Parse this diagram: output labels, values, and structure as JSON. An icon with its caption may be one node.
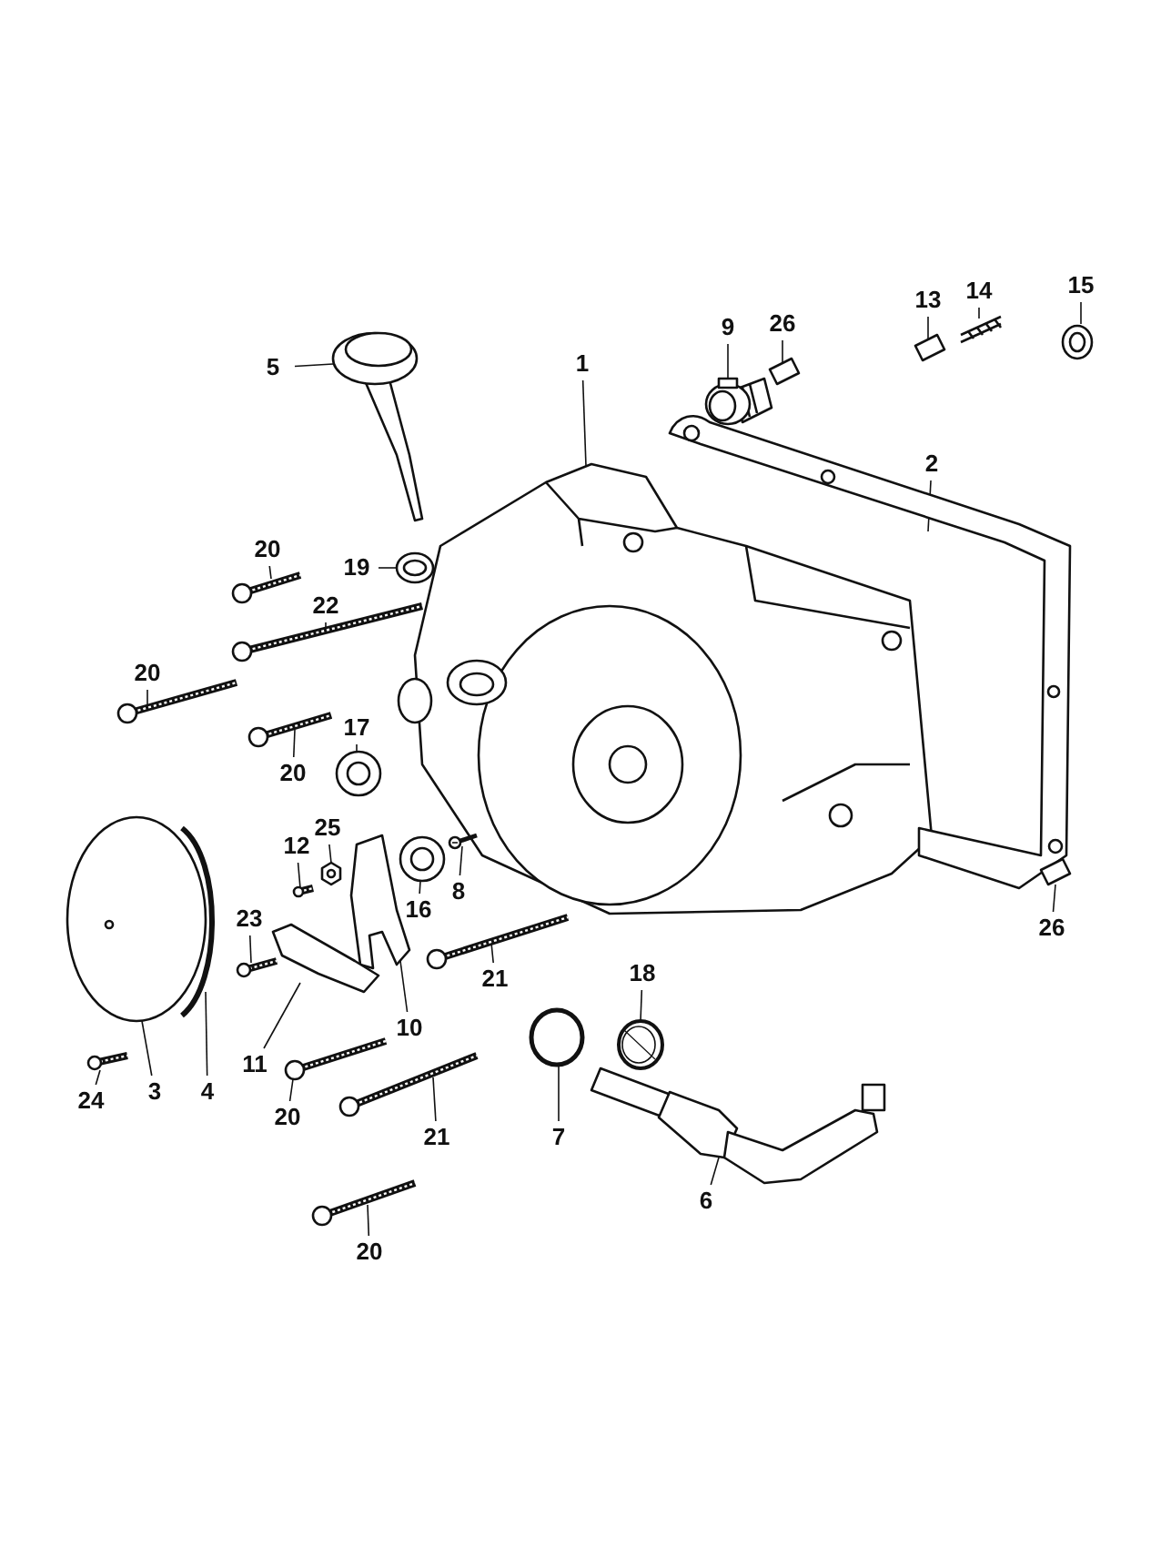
{
  "diagram": {
    "nodes": [
      {
        "text": [
          "15"
        ]
      },
      {
        "text": [
          "14"
        ]
      },
      {
        "text": [
          "13"
        ]
      },
      {
        "text": [
          "26"
        ]
      },
      {
        "text": [
          "9"
        ]
      },
      {
        "text": [
          "1"
        ]
      },
      {
        "text": [
          "5"
        ]
      },
      {
        "text": [
          "2"
        ]
      },
      {
        "text": [
          "20"
        ]
      },
      {
        "text": [
          "19"
        ]
      },
      {
        "text": [
          "22"
        ]
      },
      {
        "text": [
          "20"
        ]
      },
      {
        "text": [
          "17"
        ]
      },
      {
        "text": [
          "20"
        ]
      },
      {
        "text": [
          "25"
        ]
      },
      {
        "text": [
          "12"
        ]
      },
      {
        "text": [
          "8"
        ]
      },
      {
        "text": [
          "16"
        ]
      },
      {
        "text": [
          "23"
        ]
      },
      {
        "text": [
          "26"
        ]
      },
      {
        "text": [
          "18"
        ]
      },
      {
        "text": [
          "21"
        ]
      },
      {
        "text": [
          "10"
        ]
      },
      {
        "text": [
          "11"
        ]
      },
      {
        "text": [
          "3"
        ]
      },
      {
        "text": [
          "4"
        ]
      },
      {
        "text": [
          "20"
        ]
      },
      {
        "text": [
          "24"
        ]
      },
      {
        "text": [
          "21"
        ]
      },
      {
        "text": [
          "7"
        ]
      },
      {
        "text": [
          "6"
        ]
      },
      {
        "text": [
          "20"
        ]
      },
      {
        "text": [],
        "shape": "picture"
      },
      {
        "text": [],
        "shape": "picture"
      },
      {
        "text": [],
        "shape": "picture"
      },
      {
        "text": [],
        "shape": "picture"
      },
      {
        "text": [],
        "shape": "picture"
      },
      {
        "text": [],
        "shape": "picture"
      },
      {
        "text": [],
        "shape": "picture"
      },
      {
        "text": [],
        "shape": "picture"
      },
      {
        "text": [],
        "shape": "picture"
      },
      {
        "text": [],
        "shape": "picture"
      },
      {
        "text": [],
        "shape": "picture"
      },
      {
        "text": [],
        "shape": "picture"
      },
      {
        "text": [],
        "shape": "picture"
      },
      {
        "text": [],
        "shape": "picture"
      },
      {
        "text": [],
        "shape": "picture"
      },
      {
        "text": [],
        "shape": "picture"
      },
      {
        "text": [],
        "shape": "picture"
      },
      {
        "text": [],
        "shape": "picture"
      },
      {
        "text": [],
        "shape": "picture"
      },
      {
        "text": [],
        "shape": "picture"
      },
      {
        "text": [],
        "shape": "picture"
      },
      {
        "text": [],
        "shape": "picture"
      },
      {
        "text": [],
        "shape": "picture"
      },
      {
        "text": [],
        "shape": "picture"
      },
      {
        "text": [],
        "shape": "picture"
      },
      {
        "text": [],
        "shape": "picture"
      },
      {
        "text": [],
        "shape": "picture"
      },
      {
        "text": [],
        "shape": "picture"
      },
      {
        "text": [],
        "shape": "picture"
      },
      {
        "text": [],
        "shape": "picture"
      },
      {
        "text": [],
        "shape": "picture"
      },
      {
        "text": [],
        "shape": "picture"
      }
    ],
    "edges": [
      {
        "from": 0,
        "to": 32,
        "arrow": "none"
      },
      {
        "from": 1,
        "to": 33,
        "arrow": "none"
      },
      {
        "from": 2,
        "to": 34,
        "arrow": "none"
      },
      {
        "from": 3,
        "to": 35,
        "arrow": "none"
      },
      {
        "from": 4,
        "to": 36,
        "arrow": "none"
      },
      {
        "from": 5,
        "to": 37,
        "arrow": "none"
      },
      {
        "from": 6,
        "to": 38,
        "arrow": "none"
      },
      {
        "from": 7,
        "to": 39,
        "arrow": "none"
      },
      {
        "from": 8,
        "to": 40,
        "arrow": "none"
      },
      {
        "from": 9,
        "to": 41,
        "arrow": "none"
      },
      {
        "from": 10,
        "to": 42,
        "arrow": "none"
      },
      {
        "from": 11,
        "to": 43,
        "arrow": "none"
      },
      {
        "from": 12,
        "to": 44,
        "arrow": "none"
      },
      {
        "from": 13,
        "to": 45,
        "arrow": "none"
      },
      {
        "from": 14,
        "to": 46,
        "arrow": "none"
      },
      {
        "from": 15,
        "to": 47,
        "arrow": "none"
      },
      {
        "from": 16,
        "to": 48,
        "arrow": "none"
      },
      {
        "from": 17,
        "to": 49,
        "arrow": "none"
      },
      {
        "from": 18,
        "to": 50,
        "arrow": "none"
      },
      {
        "from": 19,
        "to": 51,
        "arrow": "none"
      },
      {
        "from": 20,
        "to": 52,
        "arrow": "none"
      },
      {
        "from": 21,
        "to": 53,
        "arrow": "none"
      },
      {
        "from": 22,
        "to": 54,
        "arrow": "none"
      },
      {
        "from": 23,
        "to": 55,
        "arrow": "none"
      },
      {
        "from": 24,
        "to": 56,
        "arrow": "none"
      },
      {
        "from": 25,
        "to": 57,
        "arrow": "none"
      },
      {
        "from": 26,
        "to": 58,
        "arrow": "none"
      },
      {
        "from": 27,
        "to": 59,
        "arrow": "none"
      },
      {
        "from": 28,
        "to": 60,
        "arrow": "none"
      },
      {
        "from": 29,
        "to": 61,
        "arrow": "none"
      },
      {
        "from": 30,
        "to": 62,
        "arrow": "none"
      },
      {
        "from": 31,
        "to": 63,
        "arrow": "none"
      }
    ]
  }
}
